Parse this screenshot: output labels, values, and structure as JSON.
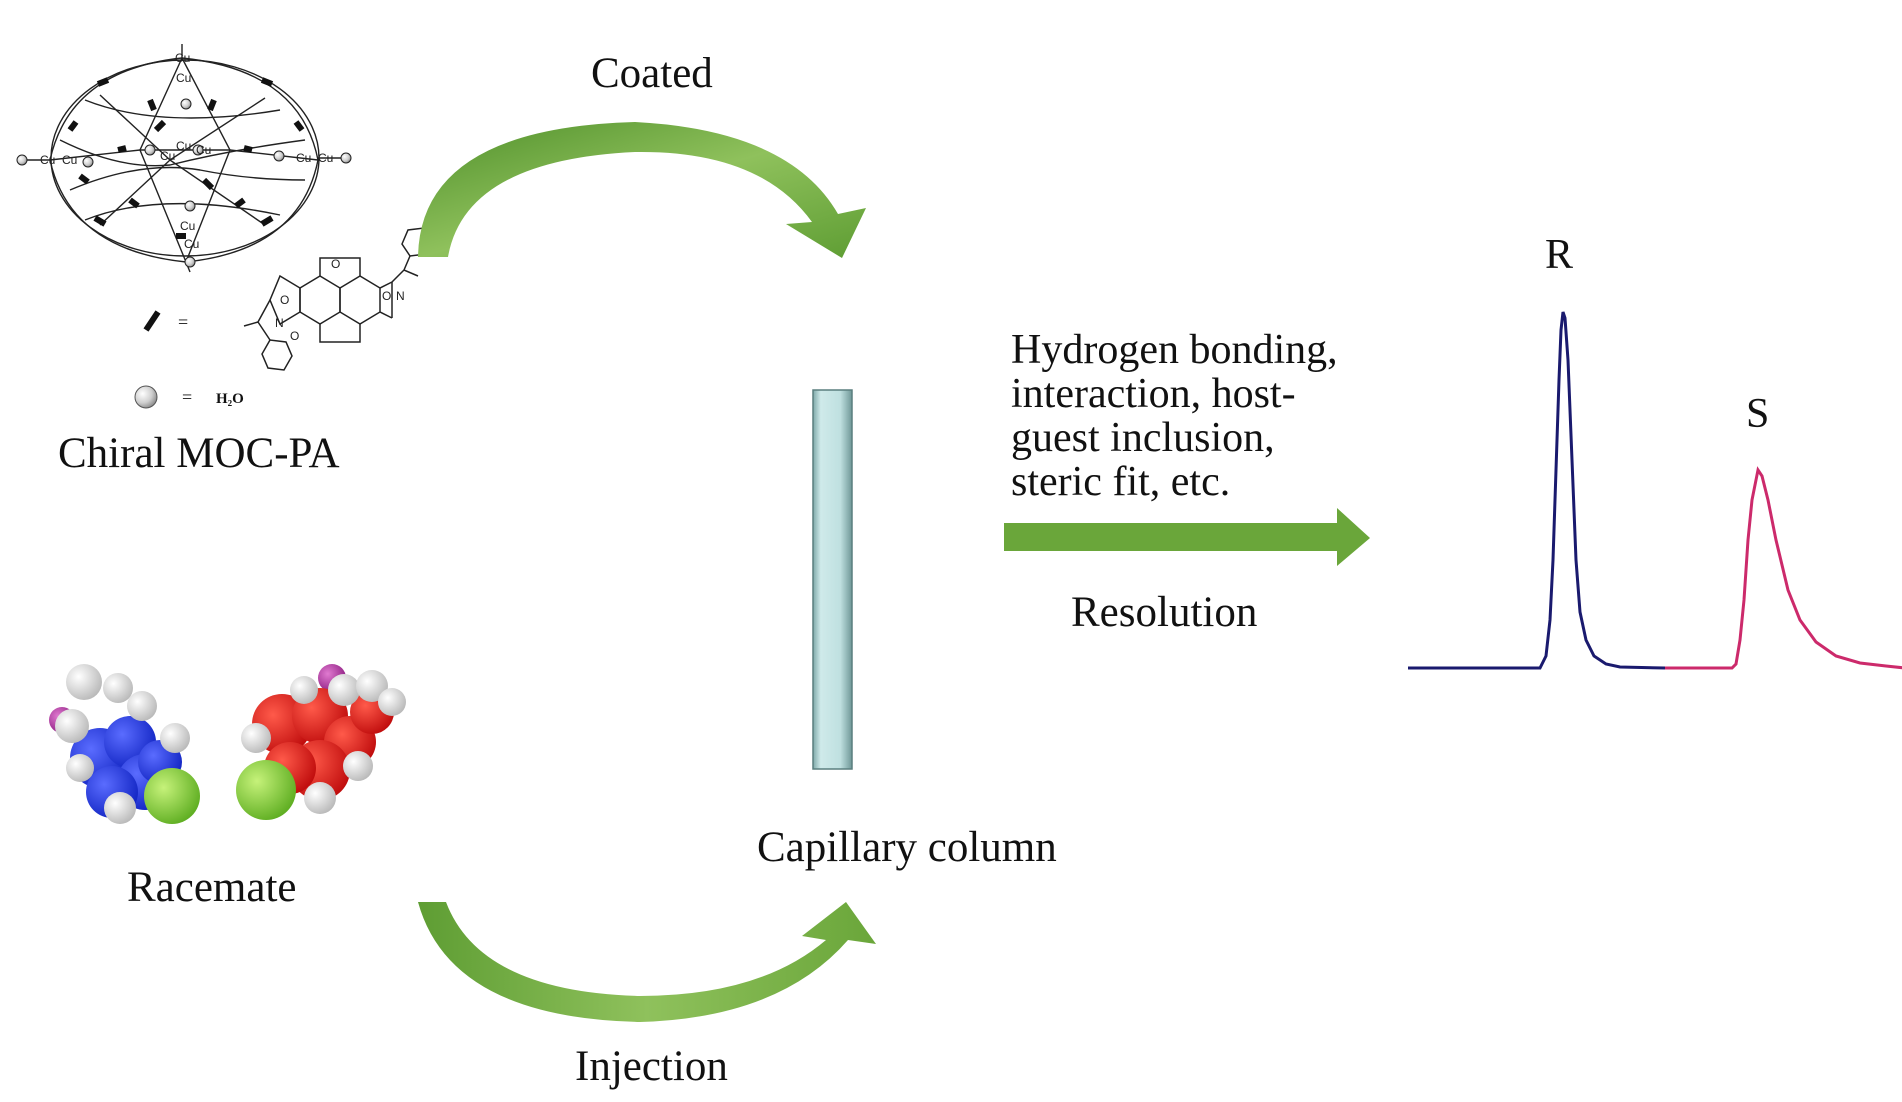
{
  "labels": {
    "coated": "Coated",
    "injection": "Injection",
    "chiral_moc": "Chiral MOC-PA",
    "racemate": "Racemate",
    "capillary": "Capillary column",
    "resolution": "Resolution",
    "peak_r": "R",
    "peak_s": "S"
  },
  "interactions": [
    "Hydrogen bonding,",
    "interaction, host-",
    "guest inclusion,",
    "steric fit, etc."
  ],
  "cage": {
    "metal_label": "Cu",
    "equals": "=",
    "water_label": "H₂O",
    "atom_n": "N",
    "atom_o": "O"
  },
  "colors": {
    "arrow_green": "#6aa63a",
    "arrow_light": "#8fc15c",
    "peak_r": "#1a1a6e",
    "peak_s": "#cc2a6b",
    "column": "#bfe0e0",
    "racemate_blue": "#1a2ee0",
    "racemate_red": "#e01515",
    "halogen_green": "#7ccc33"
  },
  "chart_data": {
    "type": "line",
    "title": "",
    "xlabel": "",
    "ylabel": "",
    "series": [
      {
        "name": "R",
        "peak_retention_relative": 0.3,
        "peak_height_relative": 1.0
      },
      {
        "name": "S",
        "peak_retention_relative": 0.7,
        "peak_height_relative": 0.58
      }
    ]
  }
}
